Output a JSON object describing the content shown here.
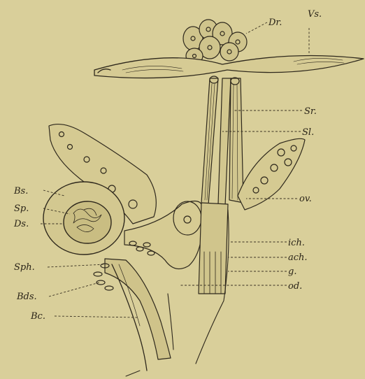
{
  "figure": {
    "background_color": "#d9cf9a",
    "ink_color": "#2e281c",
    "labels": [
      {
        "key": "dr",
        "text": "Dr."
      },
      {
        "key": "vs",
        "text": "Vs."
      },
      {
        "key": "sr",
        "text": "Sr."
      },
      {
        "key": "sl",
        "text": "Sl."
      },
      {
        "key": "ov",
        "text": "ov."
      },
      {
        "key": "bs",
        "text": "Bs."
      },
      {
        "key": "sp",
        "text": "Sp."
      },
      {
        "key": "ds",
        "text": "Ds."
      },
      {
        "key": "ich",
        "text": "ich."
      },
      {
        "key": "ach",
        "text": "ach."
      },
      {
        "key": "g",
        "text": "g."
      },
      {
        "key": "od",
        "text": "od."
      },
      {
        "key": "sph",
        "text": "Sph."
      },
      {
        "key": "bds",
        "text": "Bds."
      },
      {
        "key": "bc",
        "text": "Bc."
      }
    ]
  }
}
